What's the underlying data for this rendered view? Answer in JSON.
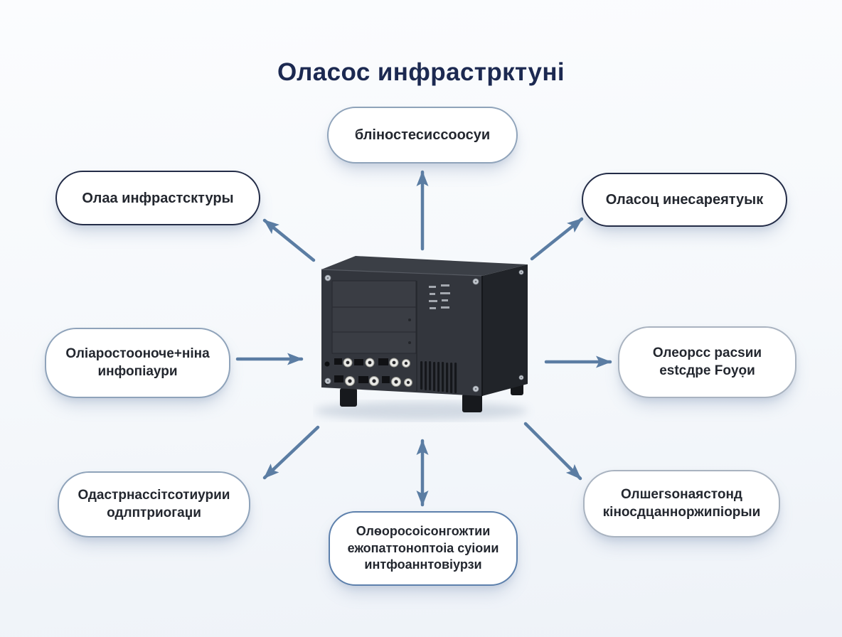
{
  "title": "Оласос инфрастрктуні",
  "colors": {
    "background_top": "#fbfcfe",
    "background_bottom": "#eef2f8",
    "title_text": "#1c2951",
    "node_fill": "#ffffff",
    "node_text": "#23272f",
    "node_border_dark": "#232c47",
    "node_border_light": "#8fa3ba",
    "node_border_lighter": "#a9b3c0",
    "node_border_blue": "#5d80ac",
    "arrow": "#5b7da3"
  },
  "center_image": {
    "name": "industrial-computer-chassis",
    "description": "black rack-style industrial computer with drive bays, connector ports and vent slots"
  },
  "nodes": [
    {
      "id": "top-center",
      "lines": [
        "бліностесиссоосуи"
      ]
    },
    {
      "id": "top-left",
      "lines": [
        "Олаа инфрастсктуры"
      ]
    },
    {
      "id": "top-right",
      "lines": [
        "Оласоц инесареятуык"
      ]
    },
    {
      "id": "mid-left",
      "lines": [
        "Оліаростооноче+ніна",
        "инфопіаури"
      ]
    },
    {
      "id": "mid-right",
      "lines": [
        "Олеорсс расѕии",
        "estсдре Foyọи"
      ]
    },
    {
      "id": "bottom-left",
      "lines": [
        "Одастрнассітсотиурии",
        "одлптриогаџи"
      ]
    },
    {
      "id": "bottom-center",
      "lines": [
        "Олѳоросоісонгожтии",
        "ежопаттоноптоіа суіоии",
        "интфоаннтовіурзи"
      ]
    },
    {
      "id": "bottom-right",
      "lines": [
        "Олшегѕонаястонд",
        "кіносдцанноржипіорыи"
      ]
    }
  ],
  "arrows": [
    {
      "from": "device",
      "to": "top-left",
      "double": false
    },
    {
      "from": "device",
      "to": "top-center",
      "double": false
    },
    {
      "from": "device",
      "to": "top-right",
      "double": false
    },
    {
      "from": "mid-left",
      "to": "device",
      "double": false
    },
    {
      "from": "device",
      "to": "mid-right",
      "double": false
    },
    {
      "from": "device",
      "to": "bottom-left",
      "double": false
    },
    {
      "from": "device",
      "to": "bottom-center",
      "double": true
    },
    {
      "from": "device",
      "to": "bottom-right",
      "double": false
    }
  ]
}
